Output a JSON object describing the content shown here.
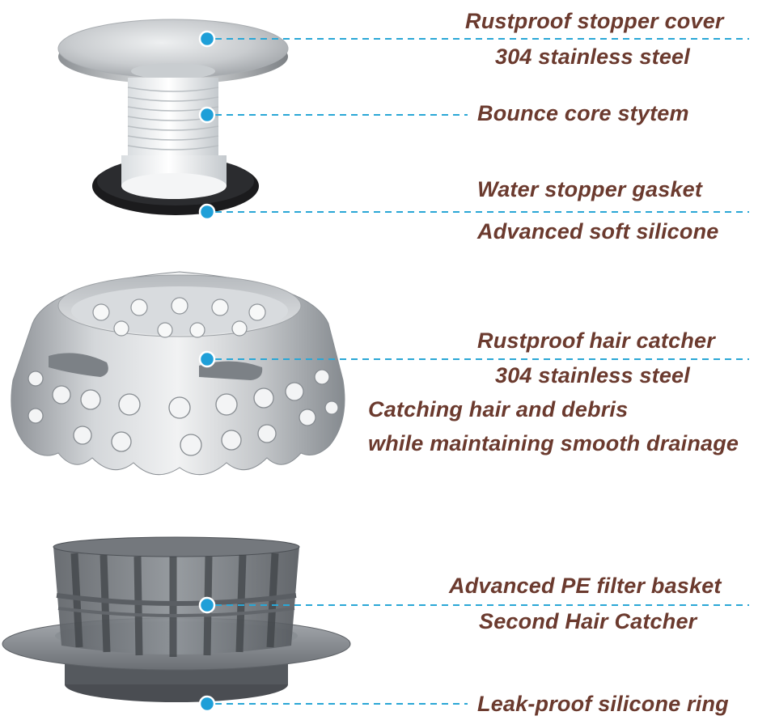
{
  "colors": {
    "label_text": "#6b3a2e",
    "leader_line": "#2aa7d6",
    "callout_dot": "#1e9fd8",
    "background": "#ffffff"
  },
  "parts": [
    {
      "name": "stopper-cover",
      "labels": [
        "Rustproof stopper cover",
        "304 stainless steel"
      ]
    },
    {
      "name": "bounce-core",
      "labels": [
        "Bounce core stytem"
      ]
    },
    {
      "name": "stopper-gasket",
      "labels": [
        "Water stopper gasket",
        "Advanced soft silicone"
      ]
    },
    {
      "name": "hair-catcher",
      "labels": [
        "Rustproof hair catcher",
        "304 stainless steel",
        "Catching hair and debris",
        "while maintaining smooth drainage"
      ]
    },
    {
      "name": "filter-basket",
      "labels": [
        "Advanced PE filter basket",
        "Second Hair Catcher"
      ]
    },
    {
      "name": "silicone-ring",
      "labels": [
        "Leak-proof silicone ring"
      ]
    }
  ]
}
